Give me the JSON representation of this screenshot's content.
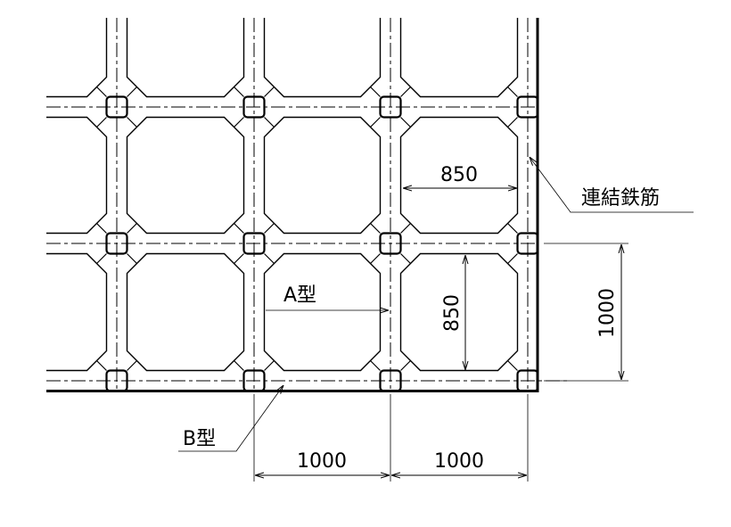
{
  "labels": {
    "dim_h_850": "850",
    "dim_v_850": "850",
    "dim_h_1000_left": "1000",
    "dim_h_1000_right": "1000",
    "dim_v_1000": "1000",
    "type_a": "A型",
    "type_b": "B型",
    "rebar": "連結鉄筋"
  }
}
